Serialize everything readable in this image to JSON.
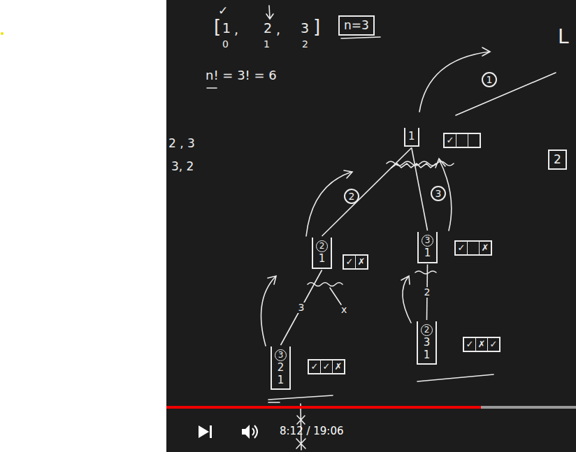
{
  "diagram": {
    "nodes": [
      {
        "text": [
          "n=3"
        ]
      },
      {
        "text": [
          "1"
        ]
      },
      {
        "text": [
          "✓"
        ]
      },
      {
        "text": [
          "2"
        ]
      },
      {
        "text": [
          "2",
          "1"
        ]
      },
      {
        "text": [
          "✓",
          "✗"
        ]
      },
      {
        "text": [
          "3",
          "1"
        ]
      },
      {
        "text": [
          "✓",
          "✗"
        ]
      },
      {
        "text": [
          "3",
          "2",
          "1"
        ]
      },
      {
        "text": [
          "✓",
          "✓",
          "✗"
        ]
      },
      {
        "text": [
          "2",
          "3",
          "1"
        ]
      },
      {
        "text": [
          "✓",
          "✗",
          "✓"
        ]
      }
    ],
    "edges": [
      {
        "from": 1,
        "to": 4,
        "arrow": "none"
      },
      {
        "from": 1,
        "to": 6,
        "arrow": "none"
      },
      {
        "from": 4,
        "to": 8,
        "label": "3",
        "arrow": "none"
      },
      {
        "from": 6,
        "to": 10,
        "label": "2",
        "arrow": "none"
      }
    ],
    "labels": [
      "[",
      "1",
      ",",
      "2",
      ",",
      "3",
      "]",
      "0",
      "1",
      "2",
      "✓",
      "n! = 3! = 6",
      "2 , 3",
      "3, 2",
      "L",
      "1",
      "2",
      "3",
      "x",
      "8:12 / 19:06"
    ]
  }
}
